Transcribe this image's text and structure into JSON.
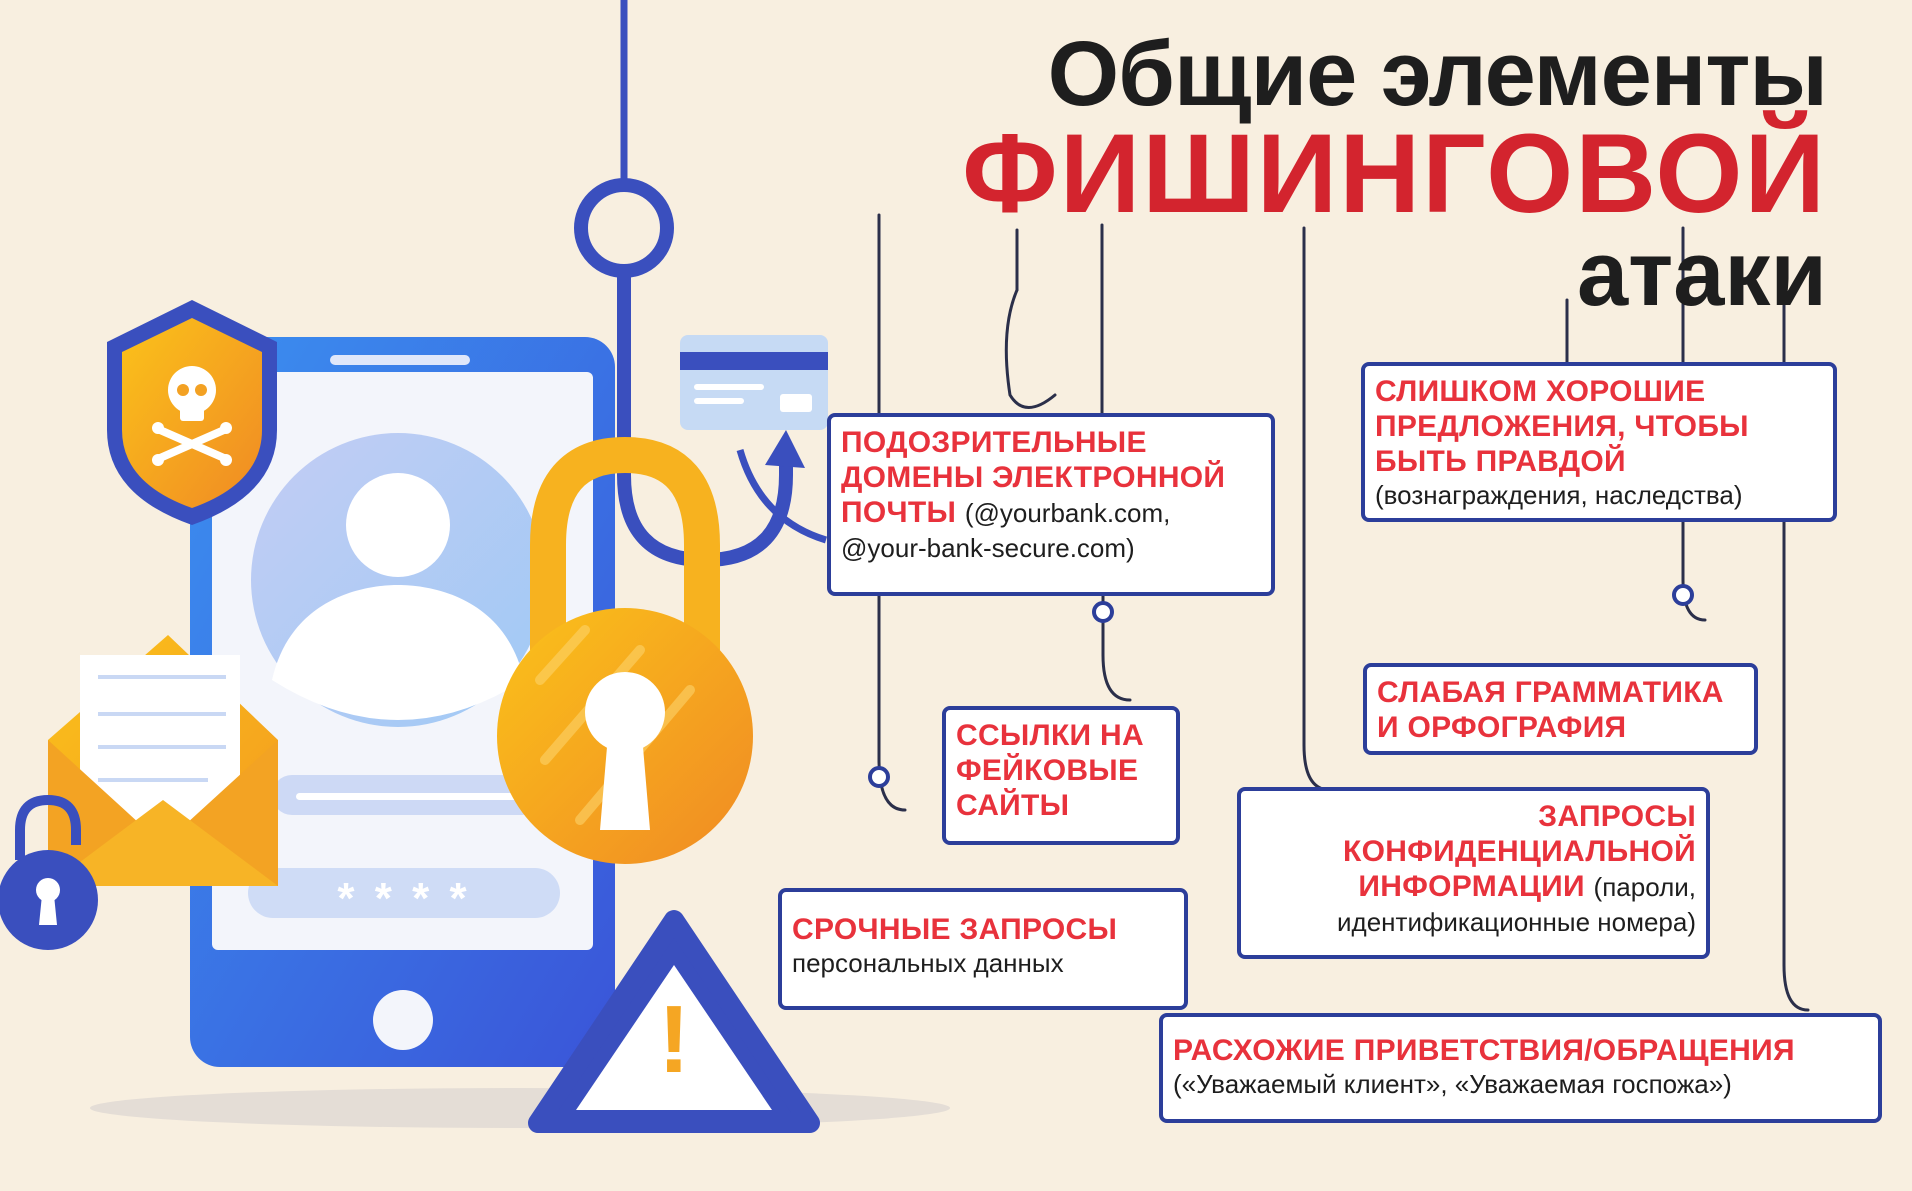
{
  "title": {
    "line1": "Общие элементы",
    "line2": "ФИШИНГОВОЙ",
    "line3": "атаки"
  },
  "elements": {
    "domains": {
      "heading": "ПОДОЗРИТЕЛЬНЫЕ ДОМЕНЫ ЭЛЕКТРОННОЙ ПОЧТЫ",
      "detail": "(@yourbank.com, @your-bank-secure.com)"
    },
    "too_good": {
      "heading": "СЛИШКОМ ХОРОШИЕ ПРЕДЛОЖЕНИЯ, ЧТОБЫ БЫТЬ ПРАВДОЙ",
      "detail": "(вознаграждения, наследства)"
    },
    "grammar": {
      "heading": "СЛАБАЯ ГРАММАТИКА И ОРФОГРАФИЯ"
    },
    "fake_links": {
      "heading": "ССЫЛКИ НА ФЕЙКОВЫЕ САЙТЫ"
    },
    "confidential": {
      "heading": "ЗАПРОСЫ КОНФИДЕНЦИАЛЬНОЙ ИНФОРМАЦИИ",
      "detail": "(пароли, идентификационные номера)"
    },
    "urgent": {
      "heading": "СРОЧНЫЕ ЗАПРОСЫ",
      "detail": "персональных данных"
    },
    "greetings": {
      "heading": "РАСХОЖИЕ ПРИВЕТСТВИЯ/ОБРАЩЕНИЯ",
      "detail": "(«Уважаемый клиент», «Уважаемая госпожа»)"
    }
  },
  "illustration": {
    "password_mask": "* * * *",
    "warning_mark": "!",
    "icons": [
      "phone-icon",
      "user-avatar-icon",
      "shield-skull-icon",
      "fishing-hook-icon",
      "padlock-icon",
      "credit-card-icon",
      "envelope-icon",
      "open-padlock-icon",
      "warning-triangle-icon"
    ]
  },
  "colors": {
    "background": "#f8efe0",
    "accent_red": "#d3242e",
    "label_red": "#e8323c",
    "border_blue": "#2c3e9a",
    "hook_blue": "#3a4fbe",
    "lock_orange": "#f5a623",
    "text_dark": "#1e1e1e"
  }
}
